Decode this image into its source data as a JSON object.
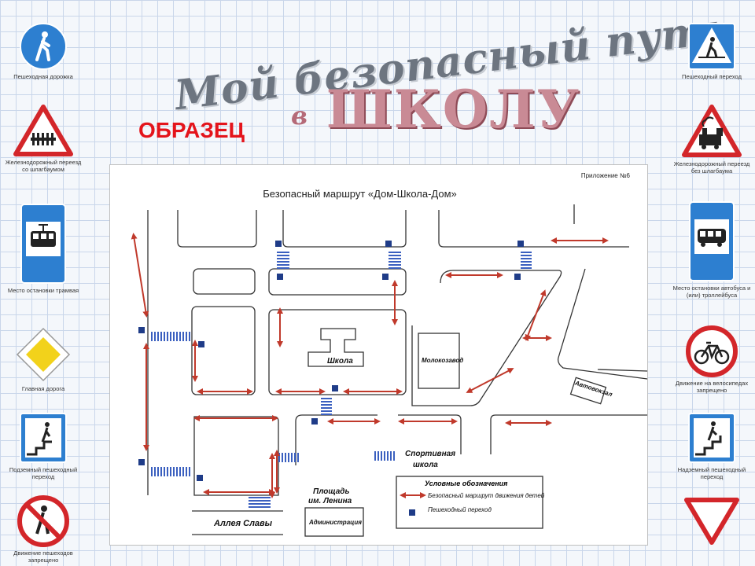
{
  "header": {
    "title_script": "Мой безопасный путь",
    "title_v": "в",
    "title_school": "ШКОЛУ",
    "sample_label": "ОБРАЗЕЦ"
  },
  "signs_left": [
    {
      "icon": "pedestrian-path-icon",
      "caption": "Пешеходная дорожка"
    },
    {
      "icon": "railway-crossing-barrier-icon",
      "caption": "Железнодорожный переезд со шлагбаумом"
    },
    {
      "icon": "tram-stop-icon",
      "caption": "Место остановки трамвая"
    },
    {
      "icon": "main-road-icon",
      "caption": "Главная дорога"
    },
    {
      "icon": "underground-crossing-icon",
      "caption": "Подземный пешеходный переход"
    },
    {
      "icon": "no-pedestrians-icon",
      "caption": "Движение пешеходов запрещено"
    }
  ],
  "signs_right": [
    {
      "icon": "pedestrian-crossing-icon",
      "caption": "Пешеходный переход"
    },
    {
      "icon": "railway-crossing-no-barrier-icon",
      "caption": "Железнодорожный переезд без шлагбаума"
    },
    {
      "icon": "bus-stop-icon",
      "caption": "Место остановки автобуса и (или) троллейбуса"
    },
    {
      "icon": "no-bicycles-icon",
      "caption": "Движение на велосипедах запрещено"
    },
    {
      "icon": "overhead-crossing-icon",
      "caption": "Надземный пешеходный переход"
    },
    {
      "icon": "give-way-icon",
      "caption": ""
    }
  ],
  "map": {
    "appendix": "Приложение №6",
    "title": "Безопасный маршрут «Дом-Школа-Дом»",
    "labels": {
      "school": "Школа",
      "dairy": "Молокозавод",
      "bus_station": "Автовокзал",
      "sport_school_1": "Спортивная",
      "sport_school_2": "школа",
      "square_1": "Площадь",
      "square_2": "им. Ленина",
      "alley": "Аллея Славы",
      "administration": "Администрация"
    },
    "legend": {
      "title": "Условные обозначения",
      "route": "Безопасный маршрут движения детей",
      "crossing": "Пешеходный переход"
    },
    "colors": {
      "route": "#c0392b",
      "crossing_sign": "#1f3c88",
      "zebra": "#3a5fbf"
    }
  }
}
